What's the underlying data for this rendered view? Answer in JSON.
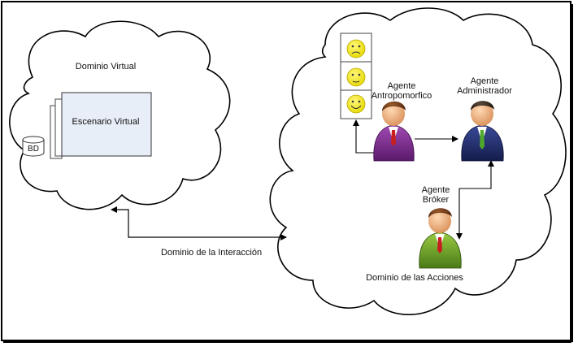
{
  "virtual_domain": {
    "title": "Dominio Virtual",
    "scenario_label": "Escenario Virtual",
    "db_label": "BD"
  },
  "interaction": {
    "label": "Dominio de la Interacción"
  },
  "actions_domain": {
    "title": "Dominio de las Acciones",
    "agent_anthropomorphic": {
      "line1": "Agente",
      "line2": "Antropomorfico"
    },
    "agent_admin": {
      "line1": "Agente",
      "line2": "Administrador"
    },
    "agent_broker": {
      "line1": "Agente",
      "line2": "Bróker"
    },
    "emotion_faces": [
      "sad-face-icon",
      "neutral-face-icon",
      "happy-face-icon"
    ]
  },
  "colors": {
    "scenario_fill": "#e8eef8",
    "face_yellow": "#f4ea22",
    "suit_purple": "#7a2a8c",
    "suit_navy": "#1f2c6b",
    "suit_green": "#6c9a2a"
  }
}
